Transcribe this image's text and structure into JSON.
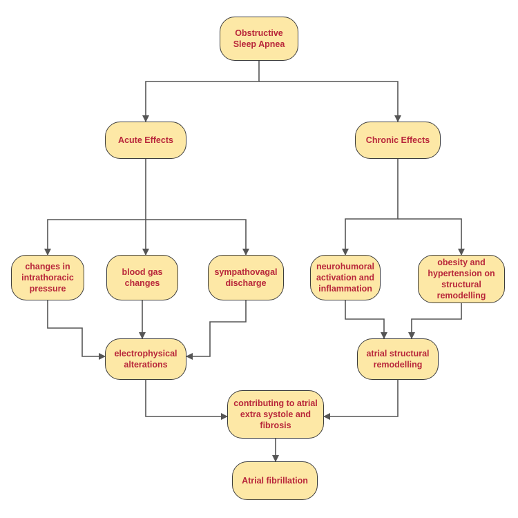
{
  "diagram": {
    "nodes": {
      "osa": "Obstructive Sleep Apnea",
      "acute": "Acute Effects",
      "chronic": "Chronic Effects",
      "intrathoracic": "changes in intrathoracic pressure",
      "blood_gas": "blood gas changes",
      "sympathovagal": "sympathovagal discharge",
      "neurohumoral": "neurohumoral activation and inflammation",
      "obesity": "obesity and hypertension on structural remodelling",
      "electrophysical": "electrophysical alterations",
      "atrial_structural": "atrial structural remodelling",
      "contributing": "contributing to atrial extra systole and fibrosis",
      "af": "Atrial fibrillation"
    },
    "colors": {
      "node_fill": "#fde8a6",
      "node_border": "#3c3c3c",
      "label_text": "#b8263a",
      "connector": "#555555"
    },
    "edges": [
      {
        "from": "osa",
        "to": "acute"
      },
      {
        "from": "osa",
        "to": "chronic"
      },
      {
        "from": "acute",
        "to": "intrathoracic"
      },
      {
        "from": "acute",
        "to": "blood_gas"
      },
      {
        "from": "acute",
        "to": "sympathovagal"
      },
      {
        "from": "chronic",
        "to": "neurohumoral"
      },
      {
        "from": "chronic",
        "to": "obesity"
      },
      {
        "from": "intrathoracic",
        "to": "electrophysical"
      },
      {
        "from": "blood_gas",
        "to": "electrophysical"
      },
      {
        "from": "sympathovagal",
        "to": "electrophysical"
      },
      {
        "from": "neurohumoral",
        "to": "atrial_structural"
      },
      {
        "from": "obesity",
        "to": "atrial_structural"
      },
      {
        "from": "electrophysical",
        "to": "contributing"
      },
      {
        "from": "atrial_structural",
        "to": "contributing"
      },
      {
        "from": "contributing",
        "to": "af"
      }
    ]
  }
}
